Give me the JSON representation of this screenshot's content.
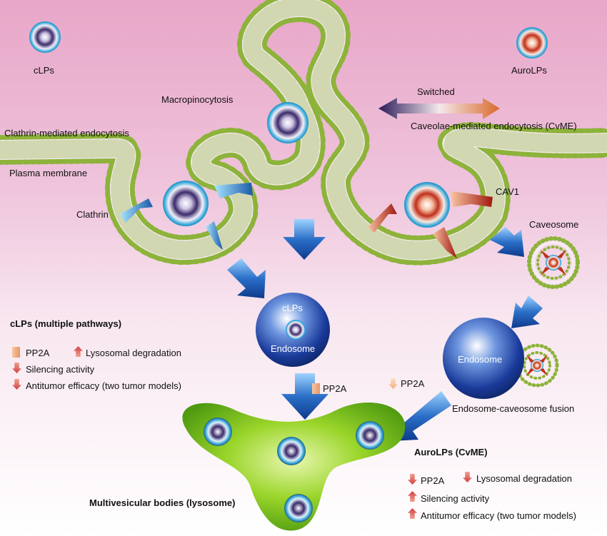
{
  "labels": {
    "clps_top": "cLPs",
    "aurolps_top": "AuroLPs",
    "macropinocytosis": "Macropinocytosis",
    "switched": "Switched",
    "clathrin_mediated": "Clathrin-mediated endocytosis",
    "caveolae_mediated": "Caveolae-mediated endocytosis (CvME)",
    "plasma_membrane": "Plasma membrane",
    "clathrin": "Clathrin",
    "cav1": "CAV1",
    "caveosome": "Caveosome",
    "endosome_left_top": "cLPs",
    "endosome_left_bottom": "Endosome",
    "endosome_right": "Endosome",
    "endosome_caveosome_fusion": "Endosome-caveosome fusion",
    "pp2a_mid": "PP2A",
    "pp2a_right": "PP2A",
    "multivesicular": "Multivesicular bodies (lysosome)"
  },
  "clps_panel": {
    "title": "cLPs (multiple pathways)",
    "items": [
      {
        "icon": "pp2a-box-icon",
        "text": "PP2A"
      },
      {
        "icon": "up-arrow-icon",
        "text": "Lysosomal degradation"
      },
      {
        "icon": "down-arrow-icon",
        "text": "Silencing activity"
      },
      {
        "icon": "down-arrow-icon",
        "text": "Antitumor efficacy (two tumor models)"
      }
    ]
  },
  "aurolps_panel": {
    "title": "AuroLPs (CvME)",
    "items": [
      {
        "icon": "down-arrow-icon",
        "text": "PP2A"
      },
      {
        "icon": "down-arrow-icon",
        "text": "Lysosomal degradation"
      },
      {
        "icon": "up-arrow-icon",
        "text": "Silencing activity"
      },
      {
        "icon": "up-arrow-icon",
        "text": "Antitumor efficacy (two tumor models)"
      }
    ]
  },
  "colors": {
    "membrane_bead": "#8db33a",
    "clps_core": "#3a2a6a",
    "aurolps_core": "#c0301a",
    "endosome_blue": "#1a3a9a",
    "lysosome_green": "#7ac41a",
    "arrow_blue": "#1a4aa8"
  }
}
